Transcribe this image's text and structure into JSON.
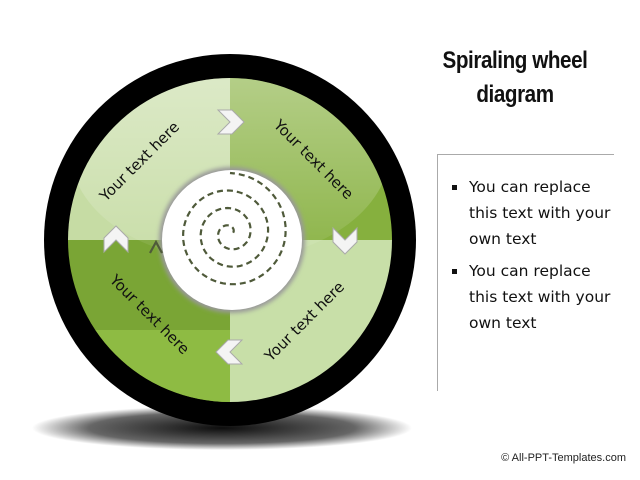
{
  "diagram": {
    "segments": [
      {
        "label": "Your text here",
        "position": "top-left"
      },
      {
        "label": "Your text here",
        "position": "top-right"
      },
      {
        "label": "Your text here",
        "position": "bottom-right"
      },
      {
        "label": "Your text here",
        "position": "bottom-left"
      }
    ],
    "colors": {
      "ring": "#000000",
      "light_green": "#c6dca4",
      "mid_green": "#8cb541",
      "dark_green": "#7aa535",
      "spiral": "#4f5a3a"
    }
  },
  "panel": {
    "title_line1": "Spiraling wheel",
    "title_line2": "diagram",
    "bullets": [
      "You can replace this text with your own text",
      "You can replace this text with your own text"
    ]
  },
  "footer": "© All-PPT-Templates.com"
}
